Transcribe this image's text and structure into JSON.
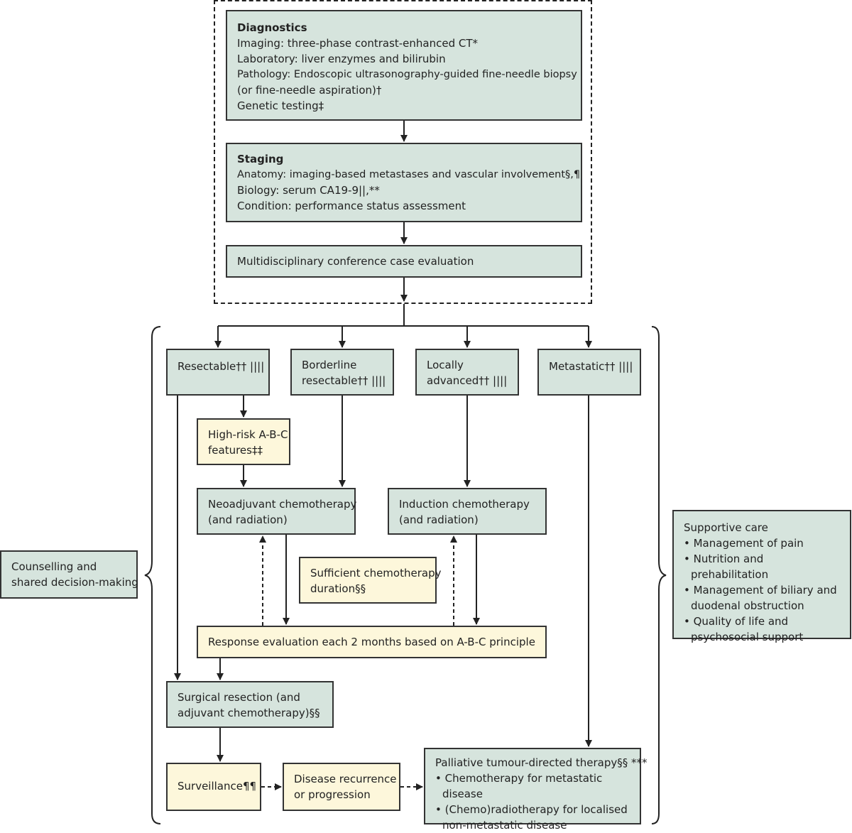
{
  "diagnostics": {
    "title": "Diagnostics",
    "lines": [
      "Imaging: three-phase contrast-enhanced CT*",
      "Laboratory: liver enzymes and bilirubin",
      "Pathology: Endoscopic ultrasonography-guided fine-needle biopsy",
      "(or fine-needle aspiration)†",
      "Genetic testing‡"
    ]
  },
  "staging": {
    "title": "Staging",
    "lines": [
      "Anatomy: imaging-based metastases and vascular involvement§,¶",
      "Biology: serum CA19-9||,**",
      "Condition: performance status assessment"
    ]
  },
  "conference": {
    "label": "Multidisciplinary conference case evaluation"
  },
  "categories": {
    "resectable": [
      "Resectable†† ||||"
    ],
    "borderline": [
      "Borderline",
      "resectable†† ||||"
    ],
    "locally_advanced": [
      "Locally",
      "advanced†† ||||"
    ],
    "metastatic": [
      "Metastatic†† ||||"
    ]
  },
  "high_risk": [
    "High-risk A-B-C",
    "features‡‡"
  ],
  "neoadjuvant": [
    "Neoadjuvant chemotherapy",
    "(and radiation)"
  ],
  "induction": [
    "Induction chemotherapy",
    "(and radiation)"
  ],
  "sufficient": [
    "Sufficient chemotherapy",
    "duration§§"
  ],
  "response": {
    "label": "Response evaluation each 2 months based on A-B-C principle"
  },
  "surgical": [
    "Surgical resection (and",
    "adjuvant chemotherapy)§§"
  ],
  "surveillance": {
    "label": "Surveillance¶¶"
  },
  "recurrence": [
    "Disease recurrence",
    "or progression"
  ],
  "palliative": {
    "title": "Palliative tumour-directed therapy§§ ***",
    "items": [
      "• Chemotherapy for metastatic disease",
      "• (Chemo)radiotherapy for localised non-metastatic disease"
    ]
  },
  "counselling": [
    "Counselling and",
    "shared decision-making"
  ],
  "supportive": {
    "title": "Supportive care",
    "items": [
      "• Management of pain",
      "• Nutrition and prehabilitation",
      "• Management of biliary and duodenal obstruction",
      "• Quality of life and psychosocial support"
    ]
  },
  "colors": {
    "green_fill": "#d6e4dd",
    "yellow_fill": "#fdf7db",
    "border": "#333333"
  }
}
